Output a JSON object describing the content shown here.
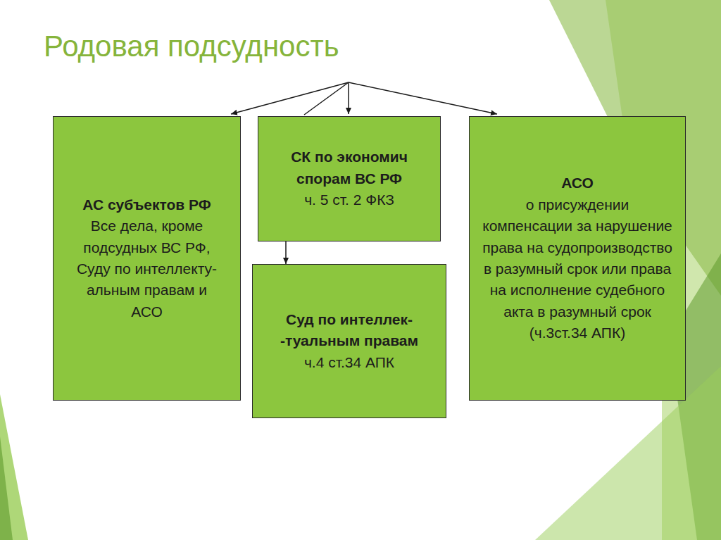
{
  "diagram": {
    "title": "Родовая подсудность",
    "nodes": [
      {
        "text": [
          "АС субъектов РФ",
          "Все дела, кроме подсудных ВС РФ, Суду по интеллекту- альным правам и АСО"
        ]
      },
      {
        "text": [
          "СК по экономич спорам ВС РФ",
          "ч. 5 ст. 2 ФКЗ"
        ]
      },
      {
        "text": [
          "Суд по интеллек- -туальным правам",
          "ч.4 ст.34 АПК"
        ]
      },
      {
        "text": [
          "АСО",
          "о присуждении компенсации за нарушение права на судопроизводство в разумный срок или права на исполнение судебного акта в разумный срок (ч.3ст.34 АПК)"
        ]
      }
    ],
    "edges": [
      {
        "from": 1,
        "to": 2,
        "arrow": "to"
      }
    ]
  }
}
